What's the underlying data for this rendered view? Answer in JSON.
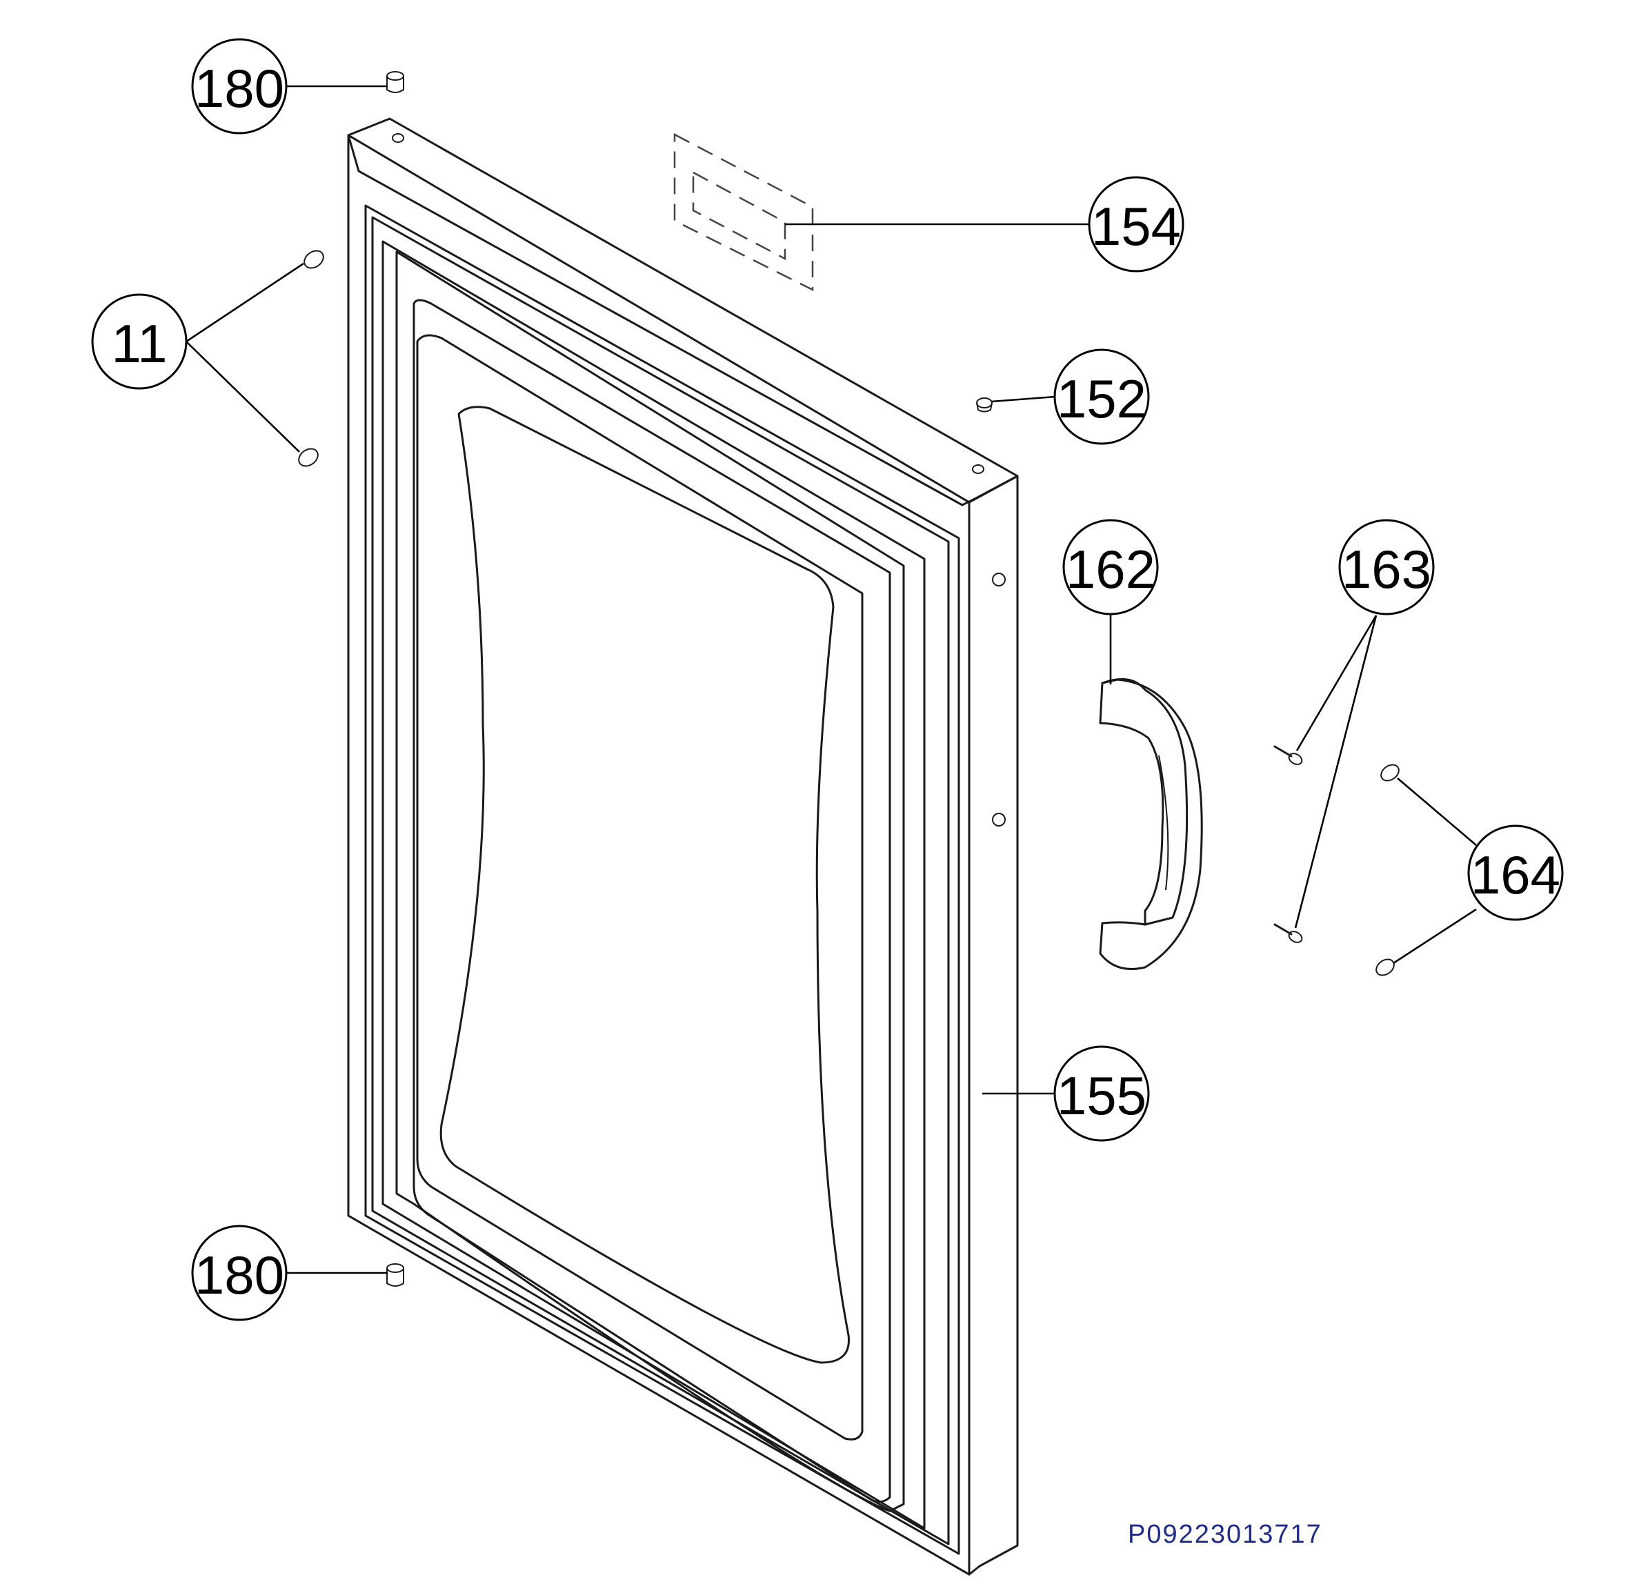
{
  "callouts": [
    {
      "id": "c180a",
      "label": "180"
    },
    {
      "id": "c11",
      "label": "11"
    },
    {
      "id": "c154",
      "label": "154"
    },
    {
      "id": "c152",
      "label": "152"
    },
    {
      "id": "c162",
      "label": "162"
    },
    {
      "id": "c163",
      "label": "163"
    },
    {
      "id": "c164",
      "label": "164"
    },
    {
      "id": "c155",
      "label": "155"
    },
    {
      "id": "c180b",
      "label": "180"
    }
  ],
  "drawing_code": "P09223013717"
}
